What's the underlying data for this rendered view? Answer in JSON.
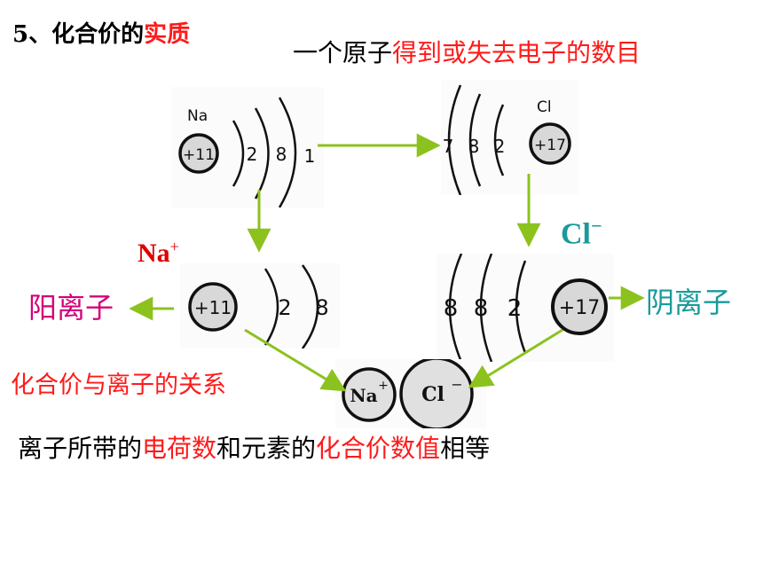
{
  "title": {
    "prefix": "5、化合价的",
    "highlight": "实质"
  },
  "subtitle": {
    "prefix": "一个原子",
    "highlight": "得到或失去电子的数目"
  },
  "atoms": {
    "na_atom": {
      "symbol": "Na",
      "nucleus": "+11",
      "shells": [
        "2",
        "8",
        "1"
      ]
    },
    "cl_atom": {
      "symbol": "Cl",
      "nucleus": "+17",
      "shells": [
        "7",
        "8",
        "2"
      ]
    },
    "na_ion": {
      "nucleus": "+11",
      "shells": [
        "2",
        "8"
      ]
    },
    "cl_ion": {
      "nucleus": "+17",
      "shells": [
        "8",
        "8",
        "2"
      ]
    },
    "nacl": {
      "na": "Na",
      "na_charge": "+",
      "cl": "Cl",
      "cl_charge": "−"
    }
  },
  "labels": {
    "na_ion": {
      "symbol": "Na",
      "charge": "+"
    },
    "cl_ion": {
      "symbol": "Cl",
      "charge": "−"
    },
    "cation": "阳离子",
    "anion": "阴离子",
    "relation": "化合价与离子的关系"
  },
  "statement": {
    "part1": "离子所带的",
    "part2": "电荷数",
    "part3": "和元素的",
    "part4": "化合价数值",
    "part5": "相等"
  },
  "colors": {
    "highlight": "#ff1a1a",
    "arrow": "#8cc21e",
    "na_label": "#e00000",
    "cl_label": "#1a9a9a",
    "cation": "#d4007a",
    "anion": "#1a9a9a"
  }
}
